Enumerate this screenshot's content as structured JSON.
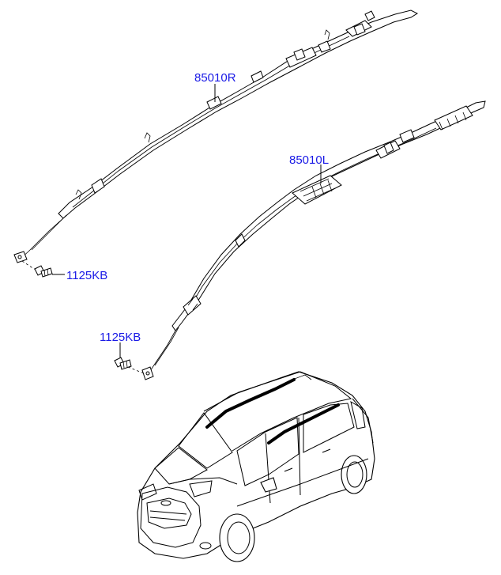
{
  "labels": {
    "curtain_airbag_right": "85010R",
    "curtain_airbag_left": "85010L",
    "bolt_right": "1125KB",
    "bolt_left": "1125KB"
  },
  "colors": {
    "label": "#1a1ae6",
    "line": "#000000",
    "background": "#ffffff"
  }
}
